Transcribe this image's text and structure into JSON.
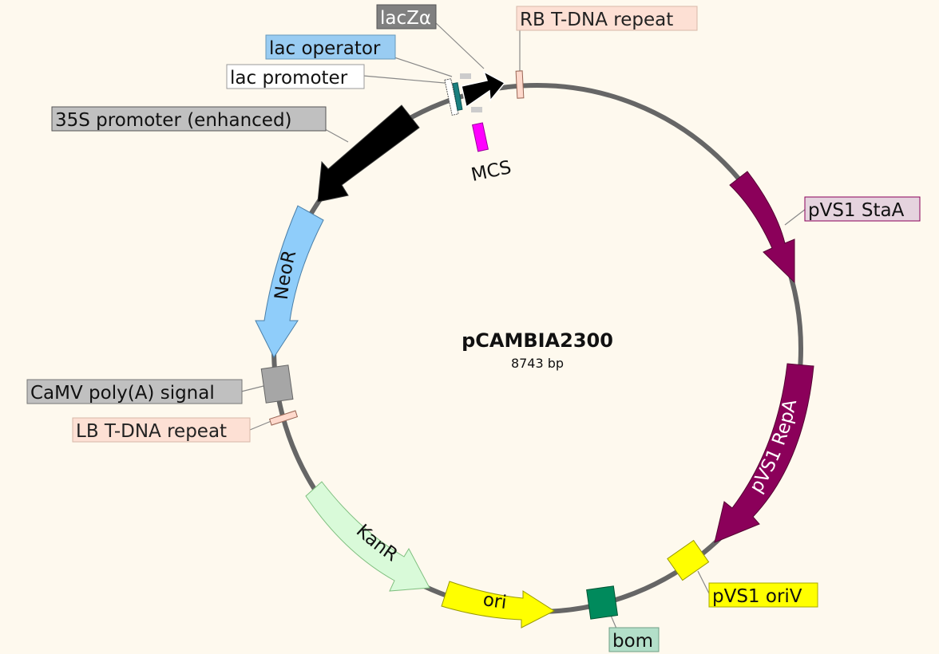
{
  "plasmid": {
    "name": "pCAMBIA2300",
    "size": "8743 bp"
  },
  "features": {
    "lacz_alpha": {
      "label": "lacZα",
      "color": "#000000",
      "label_bg": "#808080",
      "label_fg": "#ffffff"
    },
    "rb_tdna": {
      "label": "RB T-DNA repeat",
      "color": "#ffd9cc",
      "label_bg": "#fde0d4",
      "label_fg": "#222222"
    },
    "lac_operator": {
      "label": "lac operator",
      "color": "#1a8080",
      "label_bg": "#99ccf2",
      "label_fg": "#111111"
    },
    "lac_promoter": {
      "label": "lac promoter",
      "color": "#ffffff",
      "label_bg": "#ffffff",
      "label_fg": "#111111"
    },
    "promoter_35s": {
      "label": "35S promoter (enhanced)",
      "color": "#000000",
      "label_bg": "#c0c0c0",
      "label_fg": "#111111"
    },
    "mcs": {
      "label": "MCS",
      "color": "#ff00ff"
    },
    "pvs1_stata": {
      "label": "pVS1 StaA",
      "color": "#8b005a",
      "label_bg": "#e5d3de",
      "label_fg": "#111111"
    },
    "neor": {
      "label": "NeoR",
      "color": "#8fcdfa"
    },
    "camv_polya": {
      "label": "CaMV poly(A) signal",
      "color": "#a6a6a6",
      "label_bg": "#c0c0c0",
      "label_fg": "#111111"
    },
    "lb_tdna": {
      "label": "LB T-DNA repeat",
      "color": "#ffd9cc",
      "label_bg": "#fde0d4",
      "label_fg": "#222222"
    },
    "pvs1_repa": {
      "label": "pVS1 RepA",
      "color": "#8b005a"
    },
    "kanr": {
      "label": "KanR",
      "color": "#d9fad9"
    },
    "pvs1_oriv": {
      "label": "pVS1 oriV",
      "color": "#ffff00",
      "label_bg": "#ffff00",
      "label_fg": "#111111"
    },
    "ori": {
      "label": "ori",
      "color": "#ffff00"
    },
    "bom": {
      "label": "bom",
      "color": "#008a5c",
      "label_bg": "#b3dfc9",
      "label_fg": "#111111"
    }
  }
}
